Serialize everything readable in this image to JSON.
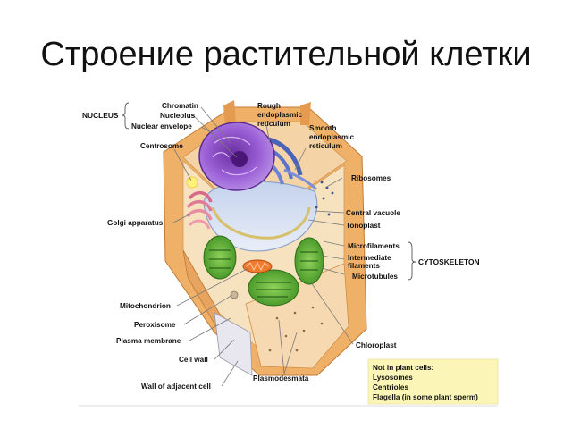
{
  "title": "Строение растительной клетки",
  "labels": {
    "nucleus_group": "NUCLEUS",
    "chromatin": "Chromatin",
    "nucleolus": "Nucleolus",
    "nuclear_envelope": "Nuclear envelope",
    "centrosome": "Centrosome",
    "rough_er_1": "Rough",
    "rough_er_2": "endoplasmic",
    "rough_er_3": "reticulum",
    "smooth_er_1": "Smooth",
    "smooth_er_2": "endoplasmic",
    "smooth_er_3": "reticulum",
    "ribosomes": "Ribosomes",
    "golgi": "Golgi apparatus",
    "central_vacuole": "Central vacuole",
    "tonoplast": "Tonoplast",
    "microfilaments": "Microfilaments",
    "intermediate_1": "Intermediate",
    "intermediate_2": "filaments",
    "microtubules": "Microtubules",
    "cytoskeleton_group": "CYTOSKELETON",
    "mitochondrion": "Mitochondrion",
    "peroxisome": "Peroxisome",
    "plasma_membrane": "Plasma membrane",
    "cell_wall": "Cell wall",
    "wall_adjacent": "Wall of adjacent cell",
    "plasmodesmata": "Plasmodesmata",
    "chloroplast": "Chloroplast"
  },
  "note": {
    "heading": "Not in plant cells:",
    "line1": "Lysosomes",
    "line2": "Centrioles",
    "line3": "Flagella (in some plant sperm)"
  },
  "colors": {
    "cell_wall": "#e8a45a",
    "nucleus": "#8a4fc7",
    "vacuole": "#c9d6ea",
    "chloroplast": "#5fb23a",
    "note_bg": "#fbf6b8"
  }
}
